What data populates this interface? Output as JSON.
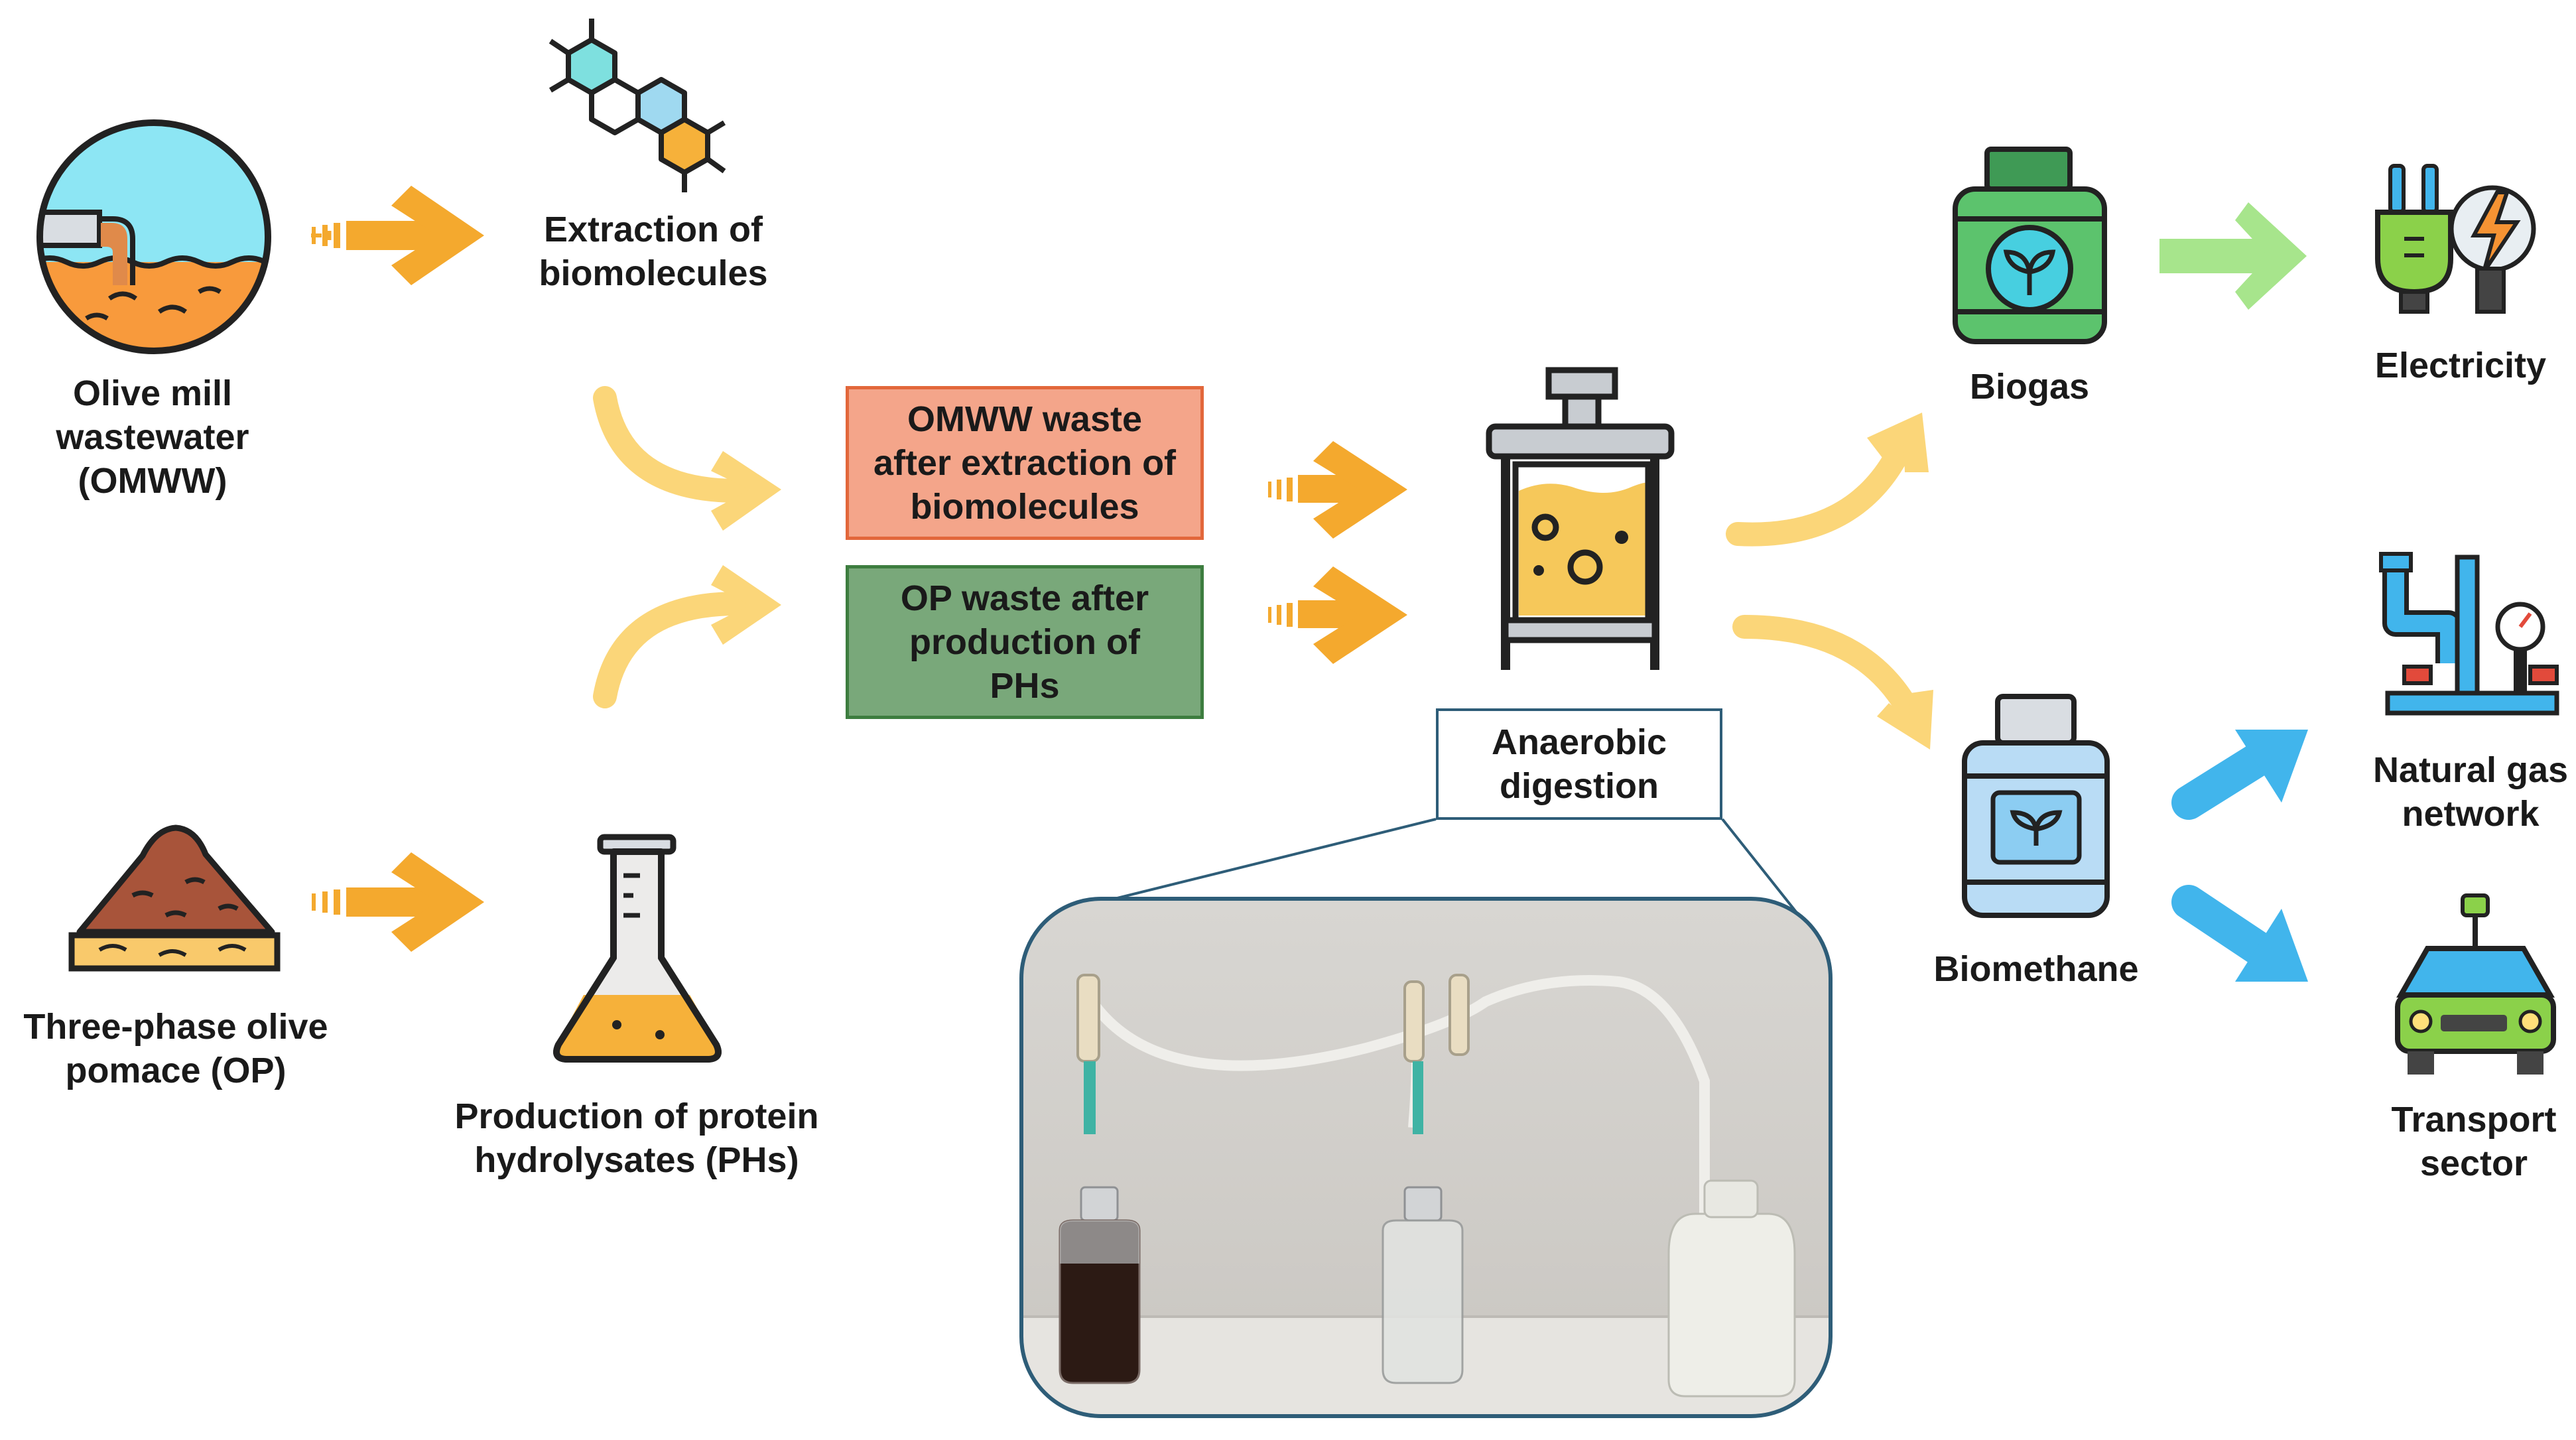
{
  "nodes": {
    "omww": "Olive mill\nwastewater\n(OMWW)",
    "op": "Three-phase olive\npomace (OP)",
    "extraction": "Extraction of\nbiomolecules",
    "protein": "Production of protein\nhydrolysates (PHs)",
    "omww_waste": "OMWW waste\nafter extraction of\nbiomolecules",
    "op_waste": "OP waste after\nproduction of\nPHs",
    "anaerobic": "Anaerobic\ndigestion",
    "biogas": "Biogas",
    "biomethane": "Biomethane",
    "electricity": "Electricity",
    "natural_gas": "Natural gas\nnetwork",
    "transport": "Transport\nsector"
  },
  "colors": {
    "orange_arrow": "#f4a92e",
    "light_arrow": "#fbd679",
    "green_arrow": "#a7e58c",
    "blue_arrow": "#41b5ec",
    "omww_box_fill": "#f4a58a",
    "omww_box_border": "#e2673b",
    "op_box_fill": "#79a87a",
    "op_box_border": "#3d7d3f",
    "photo_border": "#2e5d78"
  },
  "icons": {
    "omww": "wastewater-pipe-icon",
    "op": "olive-pomace-pile-icon",
    "extraction": "molecule-icon",
    "protein": "flask-icon",
    "digester": "bioreactor-icon",
    "biogas": "gas-cylinder-leaf-icon",
    "biomethane": "gas-tank-leaf-icon",
    "electricity": "plug-lightning-icon",
    "natural_gas": "pipeline-valve-icon",
    "transport": "electric-car-icon"
  }
}
